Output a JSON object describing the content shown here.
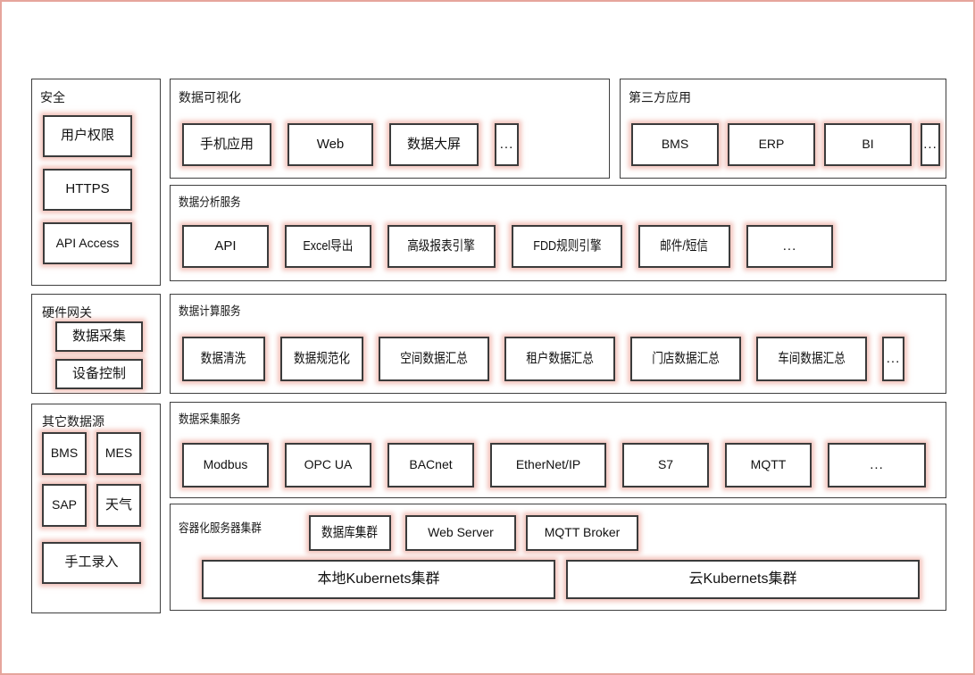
{
  "diagram": {
    "frame_color": "#e6a59c",
    "node_border_color": "#3b3b3b",
    "node_glow_color": "#e89688",
    "panel_border_color": "#3f3f3f",
    "background": "#ffffff"
  },
  "panels": {
    "security": {
      "title": "安全",
      "items": [
        {
          "label": "用户权限"
        },
        {
          "label": "HTTPS"
        },
        {
          "label": "API Access"
        }
      ]
    },
    "hardware_gateway": {
      "title": "硬件网关",
      "items": [
        {
          "label": "数据采集"
        },
        {
          "label": "设备控制"
        }
      ]
    },
    "other_sources": {
      "title": "其它数据源",
      "items": [
        {
          "label": "BMS"
        },
        {
          "label": "MES"
        },
        {
          "label": "SAP"
        },
        {
          "label": "天气"
        },
        {
          "label": "手工录入"
        }
      ]
    },
    "data_visualization": {
      "title": "数据可视化",
      "items": [
        {
          "label": "手机应用"
        },
        {
          "label": "Web"
        },
        {
          "label": "数据大屏"
        },
        {
          "label": "..."
        }
      ]
    },
    "third_party_apps": {
      "title": "第三方应用",
      "items": [
        {
          "label": "BMS"
        },
        {
          "label": "ERP"
        },
        {
          "label": "BI"
        },
        {
          "label": "..."
        }
      ]
    },
    "data_analysis_service": {
      "title": "数据分析服务",
      "items": [
        {
          "label": "API"
        },
        {
          "label": "Excel导出"
        },
        {
          "label": "高级报表引擎"
        },
        {
          "label": "FDD规则引擎"
        },
        {
          "label": "邮件/短信"
        },
        {
          "label": "..."
        }
      ]
    },
    "data_compute_service": {
      "title": "数据计算服务",
      "items": [
        {
          "label": "数据清洗"
        },
        {
          "label": "数据规范化"
        },
        {
          "label": "空间数据汇总"
        },
        {
          "label": "租户数据汇总"
        },
        {
          "label": "门店数据汇总"
        },
        {
          "label": "车间数据汇总"
        },
        {
          "label": "..."
        }
      ]
    },
    "data_collection_service": {
      "title": "数据采集服务",
      "items": [
        {
          "label": "Modbus"
        },
        {
          "label": "OPC UA"
        },
        {
          "label": "BACnet"
        },
        {
          "label": "EtherNet/IP"
        },
        {
          "label": "S7"
        },
        {
          "label": "MQTT"
        },
        {
          "label": "..."
        }
      ]
    },
    "container_cluster": {
      "title": "容器化服务器集群",
      "services": [
        {
          "label": "数据库集群"
        },
        {
          "label": "Web Server"
        },
        {
          "label": "MQTT Broker"
        }
      ],
      "clusters": [
        {
          "label": "本地Kubernets集群"
        },
        {
          "label": "云Kubernets集群"
        }
      ]
    }
  }
}
